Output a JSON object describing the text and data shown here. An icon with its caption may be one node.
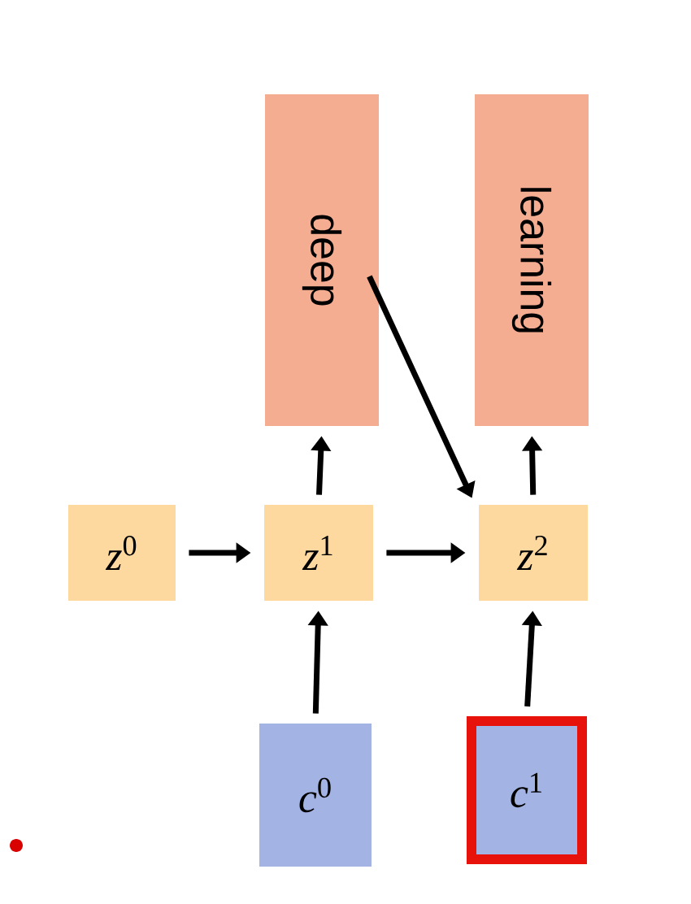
{
  "diagram": {
    "nodes": [
      {
        "text": [
          "deep"
        ]
      },
      {
        "text": [
          "learning"
        ]
      },
      {
        "text": [
          "*z*$^{0}$"
        ]
      },
      {
        "text": [
          "*z*$^{1}$"
        ]
      },
      {
        "text": [
          "*z*$^{2}$"
        ]
      },
      {
        "text": [
          "*c*$^{0}$"
        ]
      },
      {
        "text": [
          "*c*$^{1}$"
        ]
      }
    ],
    "edges": [
      {
        "from": 2,
        "to": 3,
        "arrow": "to"
      },
      {
        "from": 3,
        "to": 4,
        "arrow": "to"
      },
      {
        "from": 3,
        "to": 0,
        "arrow": "to"
      },
      {
        "from": 4,
        "to": 1,
        "arrow": "to"
      },
      {
        "from": 5,
        "to": 3,
        "arrow": "to"
      },
      {
        "from": 6,
        "to": 4,
        "arrow": "to"
      },
      {
        "from": 0,
        "to": 4,
        "arrow": "to"
      }
    ]
  }
}
